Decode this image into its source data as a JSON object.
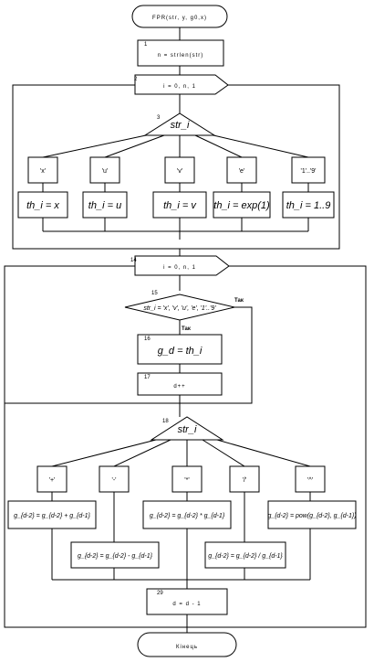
{
  "start_label": "FPR(str, y, g0,x)",
  "end_label": "Кінець",
  "steps": {
    "n1": "1",
    "b1": "n = strlen(str)",
    "n2": "2",
    "b2": "i = 0, n, 1",
    "n3": "3",
    "b3": "str_i",
    "n14": "14",
    "b14": "i = 0, n, 1",
    "n15": "15",
    "b15": "str_i = 'x', 'v', 'u', 'e', '1'..'9'",
    "n16": "16",
    "b16": "g_d = th_i",
    "n17": "17",
    "b17": "d++",
    "n18": "18",
    "b18": "str_i",
    "n29": "29",
    "b29": "d = d - 1"
  },
  "branch_yes": "Так",
  "case_labels_top": [
    "'x'",
    "'u'",
    "'v'",
    "'e'",
    "'1'..'9'"
  ],
  "assign_top": [
    "th_i = x",
    "th_i = u",
    "th_i = v",
    "th_i = exp(1)",
    "th_i = 1..9"
  ],
  "case_labels_bottom": [
    "'+'",
    "'-'",
    "'*'",
    "'/'",
    "'^'"
  ],
  "ops_bottom": [
    "g_{d-2} = g_{d-2} + g_{d-1}",
    "g_{d-2} = g_{d-2} - g_{d-1}",
    "g_{d-2} = g_{d-2} * g_{d-1}",
    "g_{d-2} = g_{d-2} / g_{d-1}",
    "g_{d-2} = pow(g_{d-2}, g_{d-1})"
  ]
}
